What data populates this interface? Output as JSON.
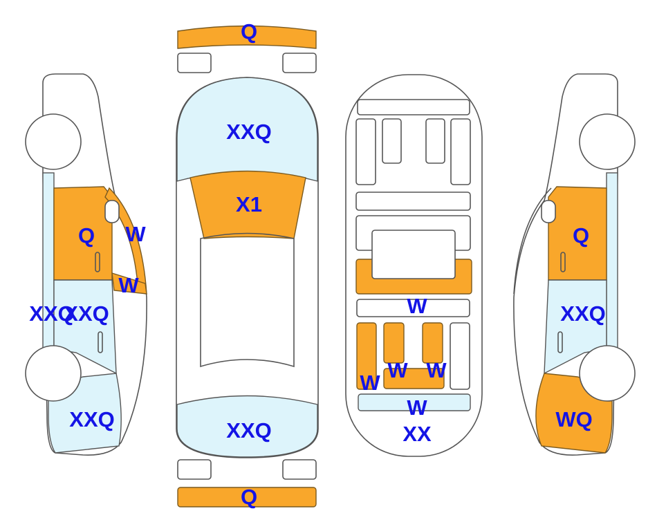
{
  "colors": {
    "damage_orange": "#F9A72B",
    "damage_blue": "#DDF4FB",
    "label": "#1414E6"
  },
  "top_view": {
    "front_bumper": "Q",
    "hood": "XXQ",
    "windshield": "X1",
    "rear": "XXQ",
    "rear_bumper": "Q"
  },
  "left_side": {
    "front_door_upper": "Q",
    "a_pillar": "W",
    "window_strip": "W",
    "rocker": "XXQ",
    "front_door_lower": "XXQ",
    "rear_quarter": "XXQ"
  },
  "interior": {
    "dashboard": "W",
    "rear_left_seat": "W",
    "rear_mid_left": "W",
    "rear_mid_right": "W",
    "rear_bench": "W",
    "trunk": "XX"
  },
  "right_side": {
    "front_door_upper": "Q",
    "front_door_lower": "XXQ",
    "rear_quarter": "WQ"
  }
}
